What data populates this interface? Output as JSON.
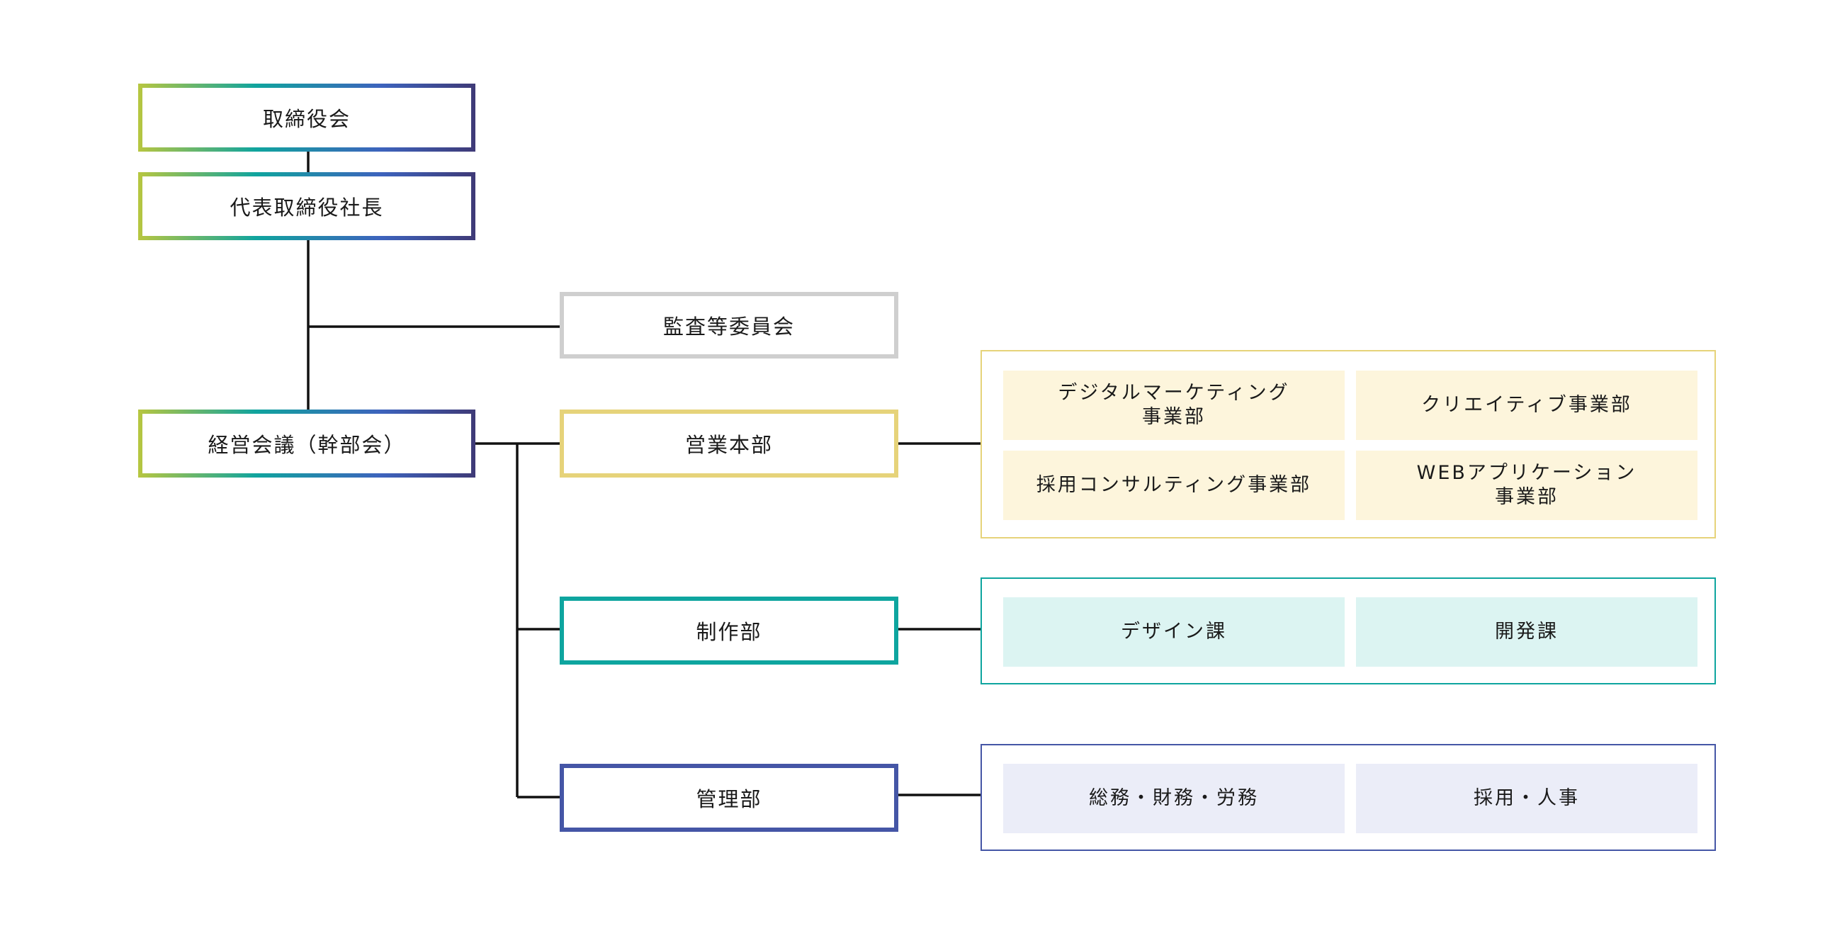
{
  "nodes": {
    "board": "取締役会",
    "president": "代表取締役社長",
    "audit_committee": "監査等委員会",
    "management_meeting": "経営会議（幹部会）",
    "sales_hq": "営業本部",
    "production": "制作部",
    "administration": "管理部"
  },
  "sales_units": [
    "デジタルマーケティング\n事業部",
    "クリエイティブ事業部",
    "採用コンサルティング事業部",
    "WEBアプリケーション\n事業部"
  ],
  "production_units": [
    "デザイン課",
    "開発課"
  ],
  "admin_units": [
    "総務・財務・労務",
    "採用・人事"
  ],
  "colors": {
    "gradient": [
      "#b7c640",
      "#10a49e",
      "#3d63bd",
      "#3f3a77"
    ],
    "audit": "#cfcfcf",
    "sales": "#e6d37a",
    "sales_fill": "#fdf5dc",
    "production": "#0ea59f",
    "production_fill": "#dcf4f2",
    "admin": "#4556a6",
    "admin_fill": "#ebedf8",
    "line": "#111111"
  }
}
